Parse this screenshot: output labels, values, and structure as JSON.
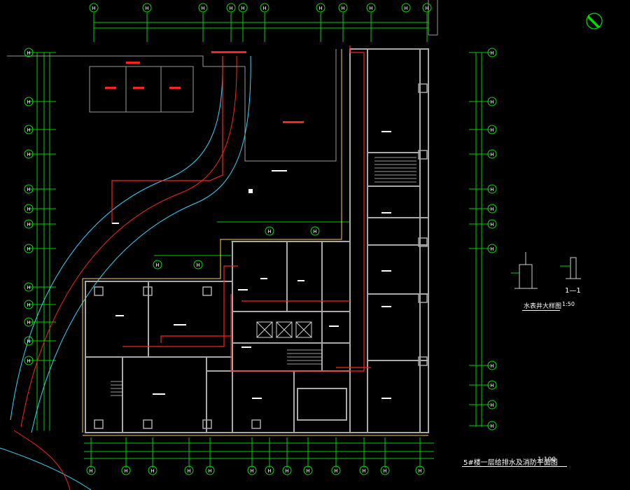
{
  "drawing": {
    "main_title": "5#楼一层给排水及消防平面图",
    "main_scale": "1:100",
    "detail_title": "水表井大样图",
    "detail_scale": "1:50",
    "section_mark": "1—1"
  },
  "grid_labels": {
    "top": [
      "H",
      "H",
      "H",
      "H",
      "H",
      "H",
      "H",
      "H",
      "H",
      "H",
      "H"
    ],
    "bottom": [
      "H",
      "H",
      "H",
      "H",
      "H",
      "H",
      "H",
      "H",
      "H",
      "H",
      "H",
      "H",
      "H"
    ],
    "left": [
      "H",
      "H",
      "H",
      "H",
      "H",
      "H",
      "H",
      "H",
      "H",
      "H",
      "H",
      "H",
      "H"
    ],
    "right": [
      "H",
      "H",
      "H",
      "H",
      "H",
      "H",
      "H",
      "H",
      "H",
      "H",
      "H",
      "H"
    ],
    "inner": [
      "H",
      "H",
      "H",
      "H"
    ]
  },
  "colors": {
    "background": "#000000",
    "walls": "#a0a0a0",
    "dimension_lines": "#00e000",
    "water_supply": "#ff2020",
    "road_curve": "#40e0ff",
    "labels": "#ffffff",
    "accent": "#ffd24a"
  },
  "icons": {
    "north_arrow": "north-arrow-icon",
    "grid_bubble": "grid-bubble-icon"
  }
}
